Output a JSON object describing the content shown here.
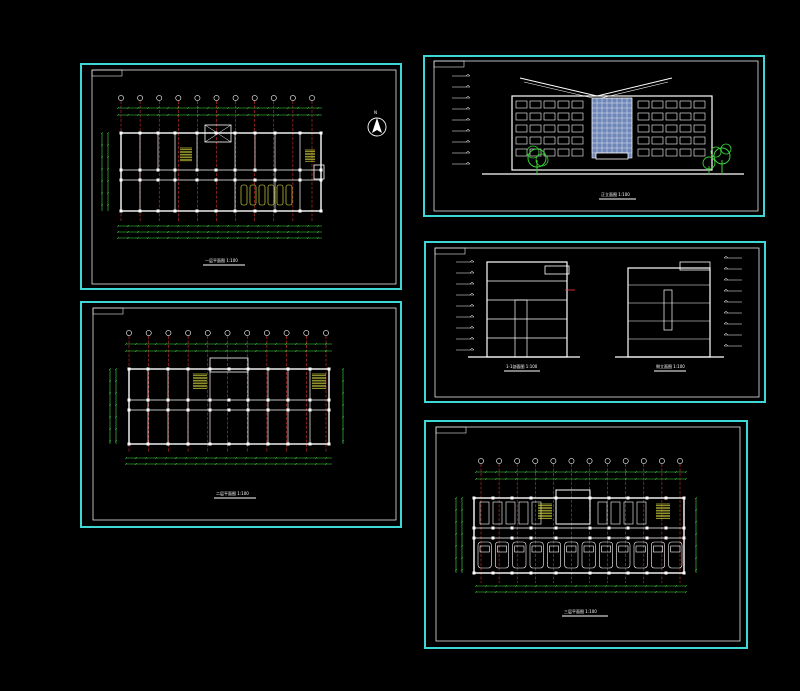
{
  "colors": {
    "background": "#000000",
    "sheet_border": "#3fd6d6",
    "inner_frame": "#f0f0f0",
    "wall": "#ffffff",
    "axis": "#ff3b3b",
    "dimension": "#44e044",
    "stair": "#f3f34a",
    "tree": "#3bd13b",
    "glass": "#6e86b8"
  },
  "icons": {
    "north_arrow": "north-arrow-icon",
    "tree": "tree-icon"
  },
  "sheets": [
    {
      "id": "sheet-1",
      "type": "floor-plan",
      "axis_count": 11,
      "north_label": "N",
      "stairs": 2,
      "toilet_stalls": 6,
      "caption": "一层平面图 1:100"
    },
    {
      "id": "sheet-2",
      "type": "floor-plan",
      "axis_count": 11,
      "stairs": 2,
      "caption": "二层平面图 1:100"
    },
    {
      "id": "sheet-3",
      "type": "elevation",
      "floors": 5,
      "caption": "正立面图 1:100"
    },
    {
      "id": "sheet-4",
      "type": "sections",
      "captions": [
        "1-1剖面图 1:100",
        "侧立面图 1:100"
      ]
    },
    {
      "id": "sheet-5",
      "type": "floor-plan",
      "axis_count": 12,
      "stairs": 2,
      "bays": 12,
      "caption": "三层平面图 1:100"
    }
  ]
}
